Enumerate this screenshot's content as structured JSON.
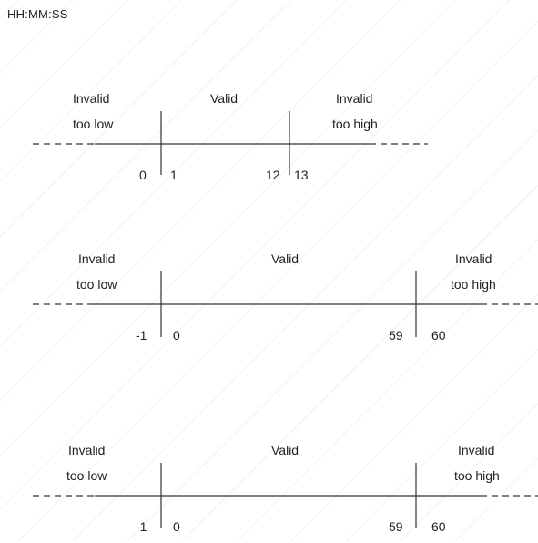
{
  "format_label": "HH:MM:SS",
  "diagrams": [
    {
      "left_label_1": "Invalid",
      "left_label_2": "too low",
      "middle_label": "Valid",
      "right_label_1": "Invalid",
      "right_label_2": "too high",
      "tick_below_low": "0",
      "tick_low": "1",
      "tick_high": "12",
      "tick_above_high": "13"
    },
    {
      "left_label_1": "Invalid",
      "left_label_2": "too low",
      "middle_label": "Valid",
      "right_label_1": "Invalid",
      "right_label_2": "too high",
      "tick_below_low": "-1",
      "tick_low": "0",
      "tick_high": "59",
      "tick_above_high": "60"
    },
    {
      "left_label_1": "Invalid",
      "left_label_2": "too low",
      "middle_label": "Valid",
      "right_label_1": "Invalid",
      "right_label_2": "too high",
      "tick_below_low": "-1",
      "tick_low": "0",
      "tick_high": "59",
      "tick_above_high": "60"
    }
  ]
}
